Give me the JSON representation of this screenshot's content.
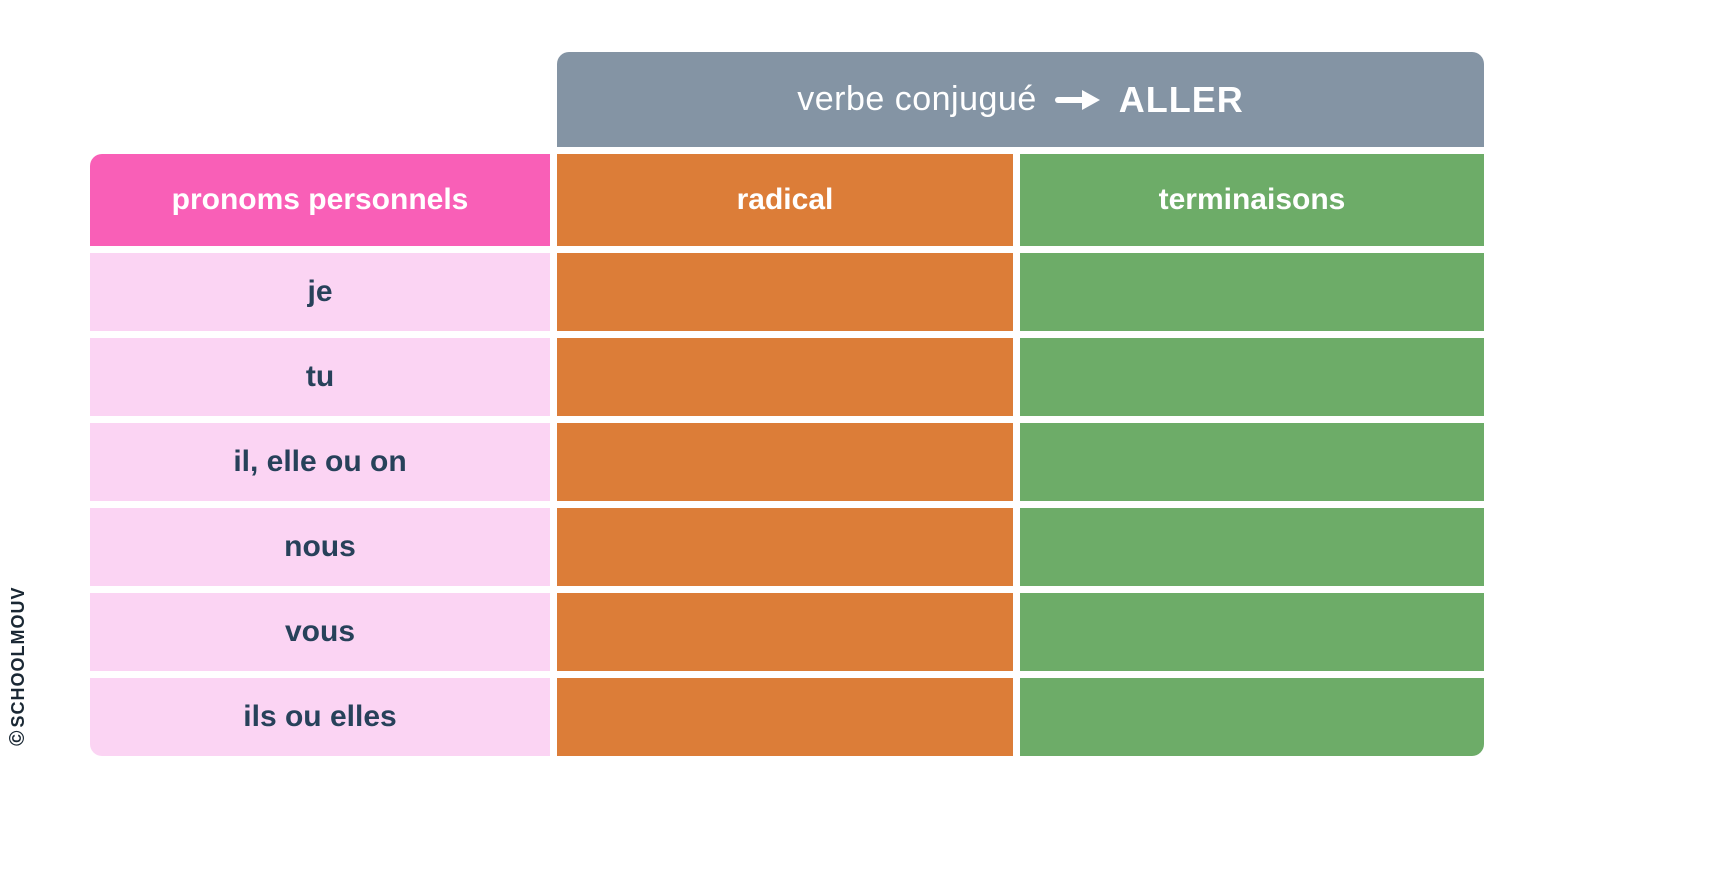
{
  "colors": {
    "gray": "#8494A4",
    "pink": "#F95FB7",
    "lightpink": "#FBD4F3",
    "orange": "#DC7D38",
    "green": "#6DAC68",
    "navy": "#27415A",
    "ink": "#1A2834"
  },
  "verb_header": {
    "label": "verbe conjugué",
    "verb": "ALLER",
    "arrow_icon": "arrow-right"
  },
  "table": {
    "headers": {
      "pronouns": "pronoms personnels",
      "radical": "radical",
      "endings": "terminaisons"
    },
    "rows": [
      "je",
      "tu",
      "il, elle ou on",
      "nous",
      "vous",
      "ils ou elles"
    ]
  },
  "watermark": {
    "copyright": "©",
    "text": "SCHOOLMOUV"
  }
}
